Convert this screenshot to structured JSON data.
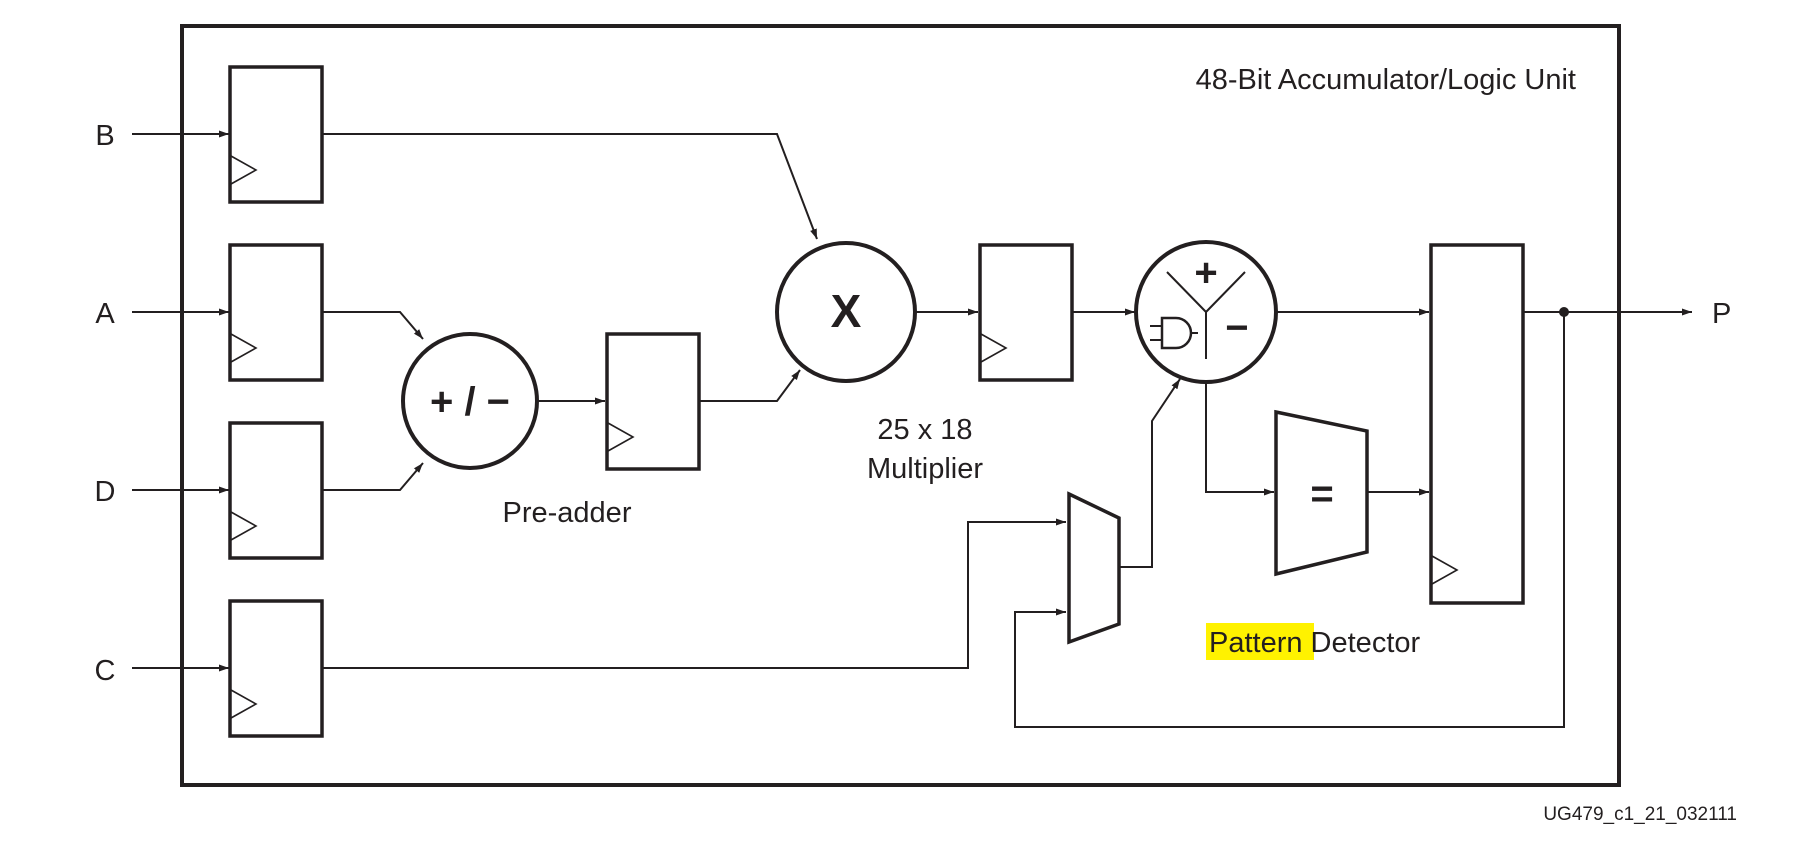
{
  "diagram": {
    "unit_title": "48-Bit Accumulator/Logic Unit",
    "inputs": {
      "b": "B",
      "a": "A",
      "d": "D",
      "c": "C"
    },
    "output": "P",
    "pre_adder": {
      "symbol": "+ / −",
      "label": "Pre-adder"
    },
    "multiplier": {
      "symbol": "X",
      "label_line1": "25 x 18",
      "label_line2": "Multiplier"
    },
    "alu": {
      "plus": "+",
      "minus": "−"
    },
    "comparator_symbol": "=",
    "pattern_detector": {
      "highlight_word": "Pattern",
      "rest": " Detector"
    },
    "figure_id": "UG479_c1_21_032111"
  }
}
